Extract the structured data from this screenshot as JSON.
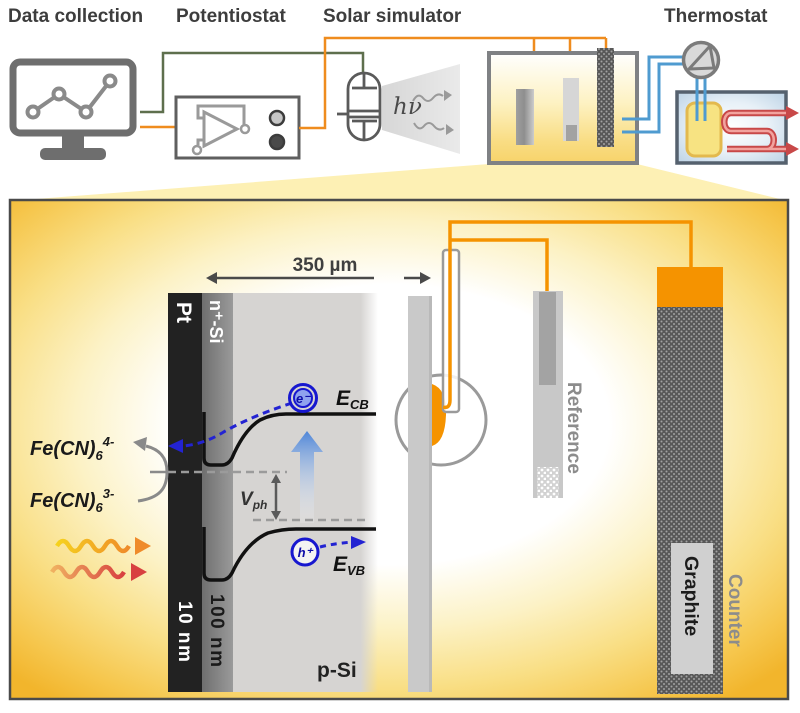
{
  "title_row": {
    "data_collection": "Data collection",
    "potentiostat": "Potentiostat",
    "solar_simulator": "Solar simulator",
    "thermostat": "Thermostat"
  },
  "solar": {
    "photon_label": "hν"
  },
  "panel": {
    "dimension": "350 µm",
    "layers": {
      "pt": "Pt",
      "n_si": "n⁺-Si",
      "p_si": "p-Si",
      "pt_thickness": "10 nm",
      "n_si_thickness": "100 nm"
    },
    "bands": {
      "ecb_main": "E",
      "ecb_sub": "CB",
      "evb_main": "E",
      "evb_sub": "VB",
      "vph_main": "V",
      "vph_sub": "ph",
      "electron": "e⁻",
      "hole": "h⁺"
    },
    "redox": {
      "reduced_base": "Fe(CN)",
      "reduced_sub": "6",
      "reduced_sup": "4-",
      "oxidized_base": "Fe(CN)",
      "oxidized_sub": "6",
      "oxidized_sup": "3-"
    },
    "electrodes": {
      "reference": "Reference",
      "counter": "Counter",
      "counter_material": "Graphite"
    }
  },
  "colors": {
    "wire_orange": "#ef8c1e",
    "wire_green": "#5e6f4d",
    "tube_blue": "#4f9bd0",
    "electrolyte_orange": "#f59300",
    "charge_blue": "#2323d2",
    "panel_edge_orange": "#f2b52c"
  }
}
